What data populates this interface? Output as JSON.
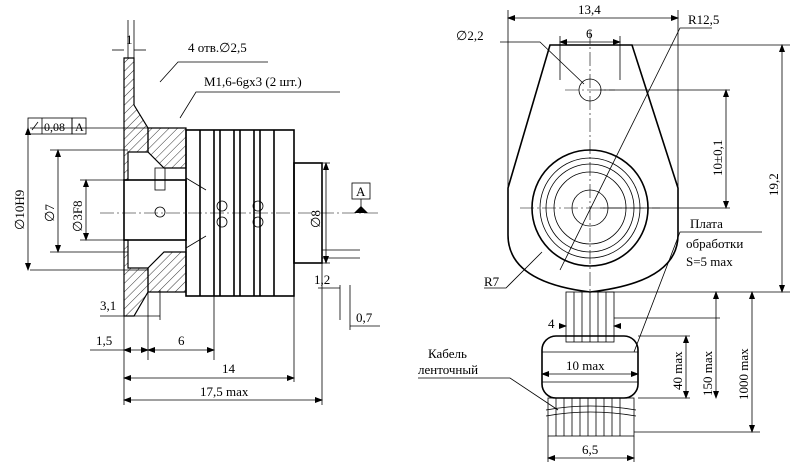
{
  "left_view": {
    "dim_1": "1",
    "holes_label": "4 отв.∅2,5",
    "screw_label": "М1,6-6gx3 (2 шт.)",
    "runout_label": "0,08",
    "runout_datum": "A",
    "dim_10h9": "∅10H9",
    "dim_7": "∅7",
    "dim_3f8": "∅3F8",
    "dim_8": "∅8",
    "datum_a": "A",
    "dim_1_2": "1,2",
    "dim_0_7": "0,7",
    "dim_3_1": "3,1",
    "dim_1_5": "1,5",
    "dim_6": "6",
    "dim_14": "14",
    "dim_17_5": "17,5 max"
  },
  "right_view": {
    "dim_2_2": "∅2,2",
    "dim_13_4": "13,4",
    "dim_6_top": "6",
    "dim_r12_5": "R12,5",
    "dim_10_01": "10±0,1",
    "dim_19_2": "19,2",
    "dim_r7": "R7",
    "board_line1": "Плата",
    "board_line2": "обработки",
    "board_line3": "S=5 max",
    "dim_4": "4",
    "cable_line1": "Кабель",
    "cable_line2": "ленточный",
    "dim_10max": "10 max",
    "dim_40max": "40 max",
    "dim_150max": "150 max",
    "dim_1000max": "1000 max",
    "dim_6_5": "6,5"
  }
}
